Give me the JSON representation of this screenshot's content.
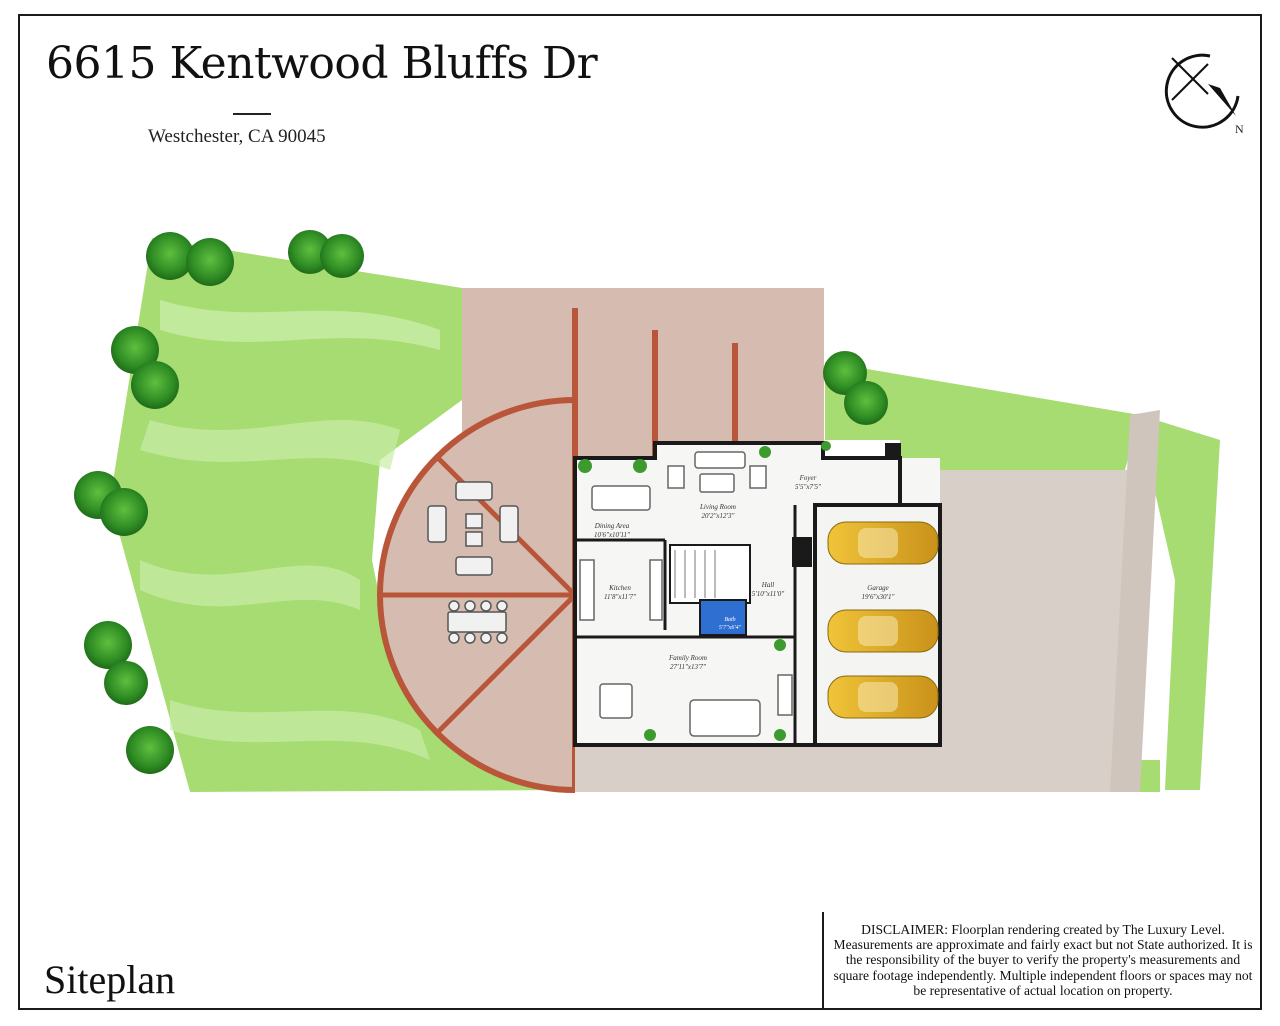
{
  "header": {
    "address": "6615 Kentwood Bluffs Dr",
    "city_line": "Westchester, CA 90045"
  },
  "compass": {
    "label": "N"
  },
  "footer": {
    "plan_type": "Siteplan",
    "disclaimer": "DISCLAIMER: Floorplan rendering created by The Luxury Level. Measurements are approximate and fairly exact but not State authorized. It is the responsibility of the buyer to verify the property's measurements and square footage independently. Multiple independent floors or spaces may not be representative of actual location on property."
  },
  "rooms": {
    "dining": {
      "name": "Dining Area",
      "size": "10'6\"x10'11\""
    },
    "living": {
      "name": "Living Room",
      "size": "20'2\"x12'3\""
    },
    "foyer": {
      "name": "Foyer",
      "size": "5'5\"x7'5\""
    },
    "kitchen": {
      "name": "Kitchen",
      "size": "11'8\"x11'7\""
    },
    "hall": {
      "name": "Hall",
      "size": "5'10\"x11'0\""
    },
    "bath": {
      "name": "Bath",
      "size": "5'7\"x6'4\""
    },
    "garage": {
      "name": "Garage",
      "size": "19'6\"x30'1\""
    },
    "family": {
      "name": "Family Room",
      "size": "27'11\"x13'7\""
    }
  },
  "colors": {
    "lawn": "#9fd86a",
    "lawn_light": "#c7ecA0",
    "patio": "#d6bcb0",
    "patio_lines": "#b9563a",
    "driveway": "#d8cfc8",
    "interior": "#f6f6f4",
    "wall": "#1a1a1a",
    "car": "#e9b429",
    "tree": "#2f8f2a"
  }
}
